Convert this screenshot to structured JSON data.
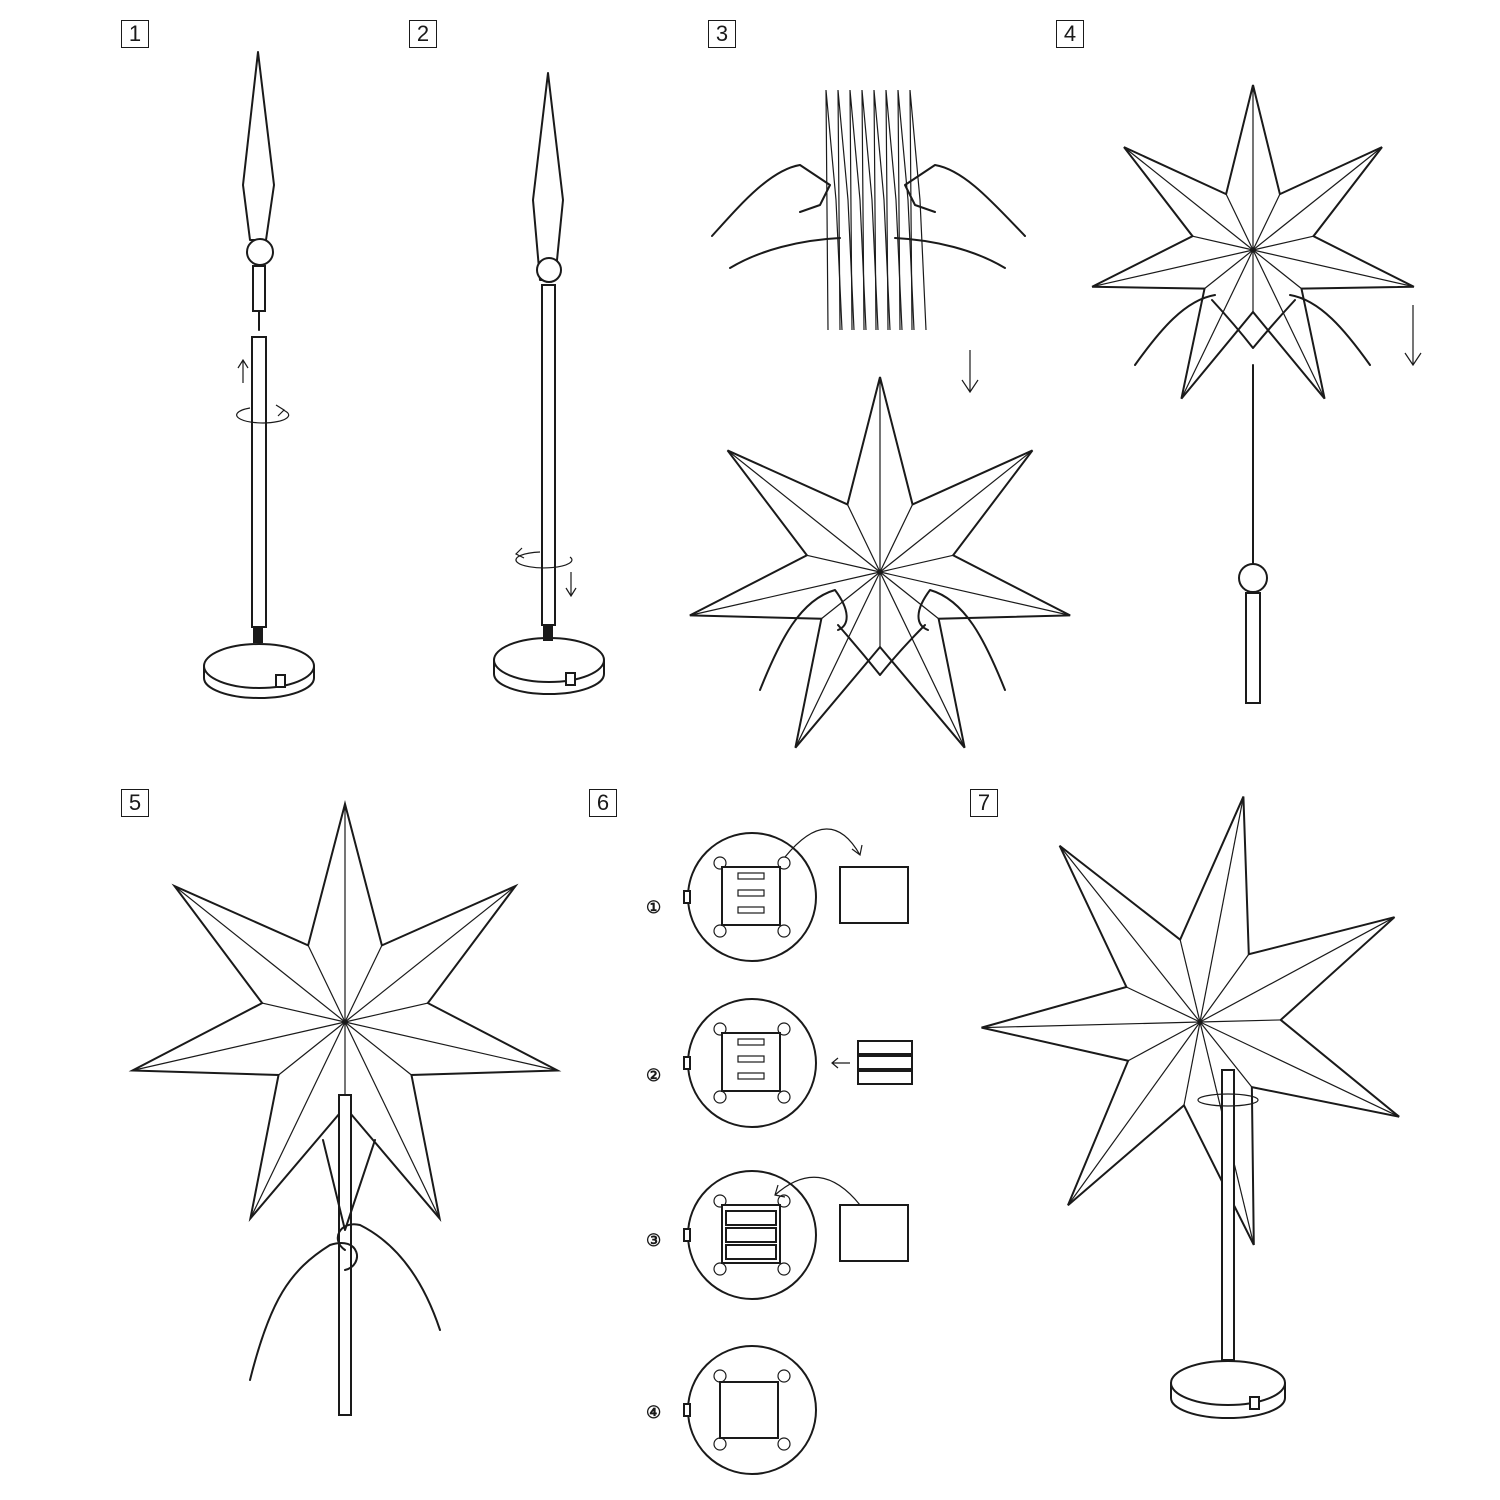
{
  "steps": [
    {
      "number": "1"
    },
    {
      "number": "2"
    },
    {
      "number": "3"
    },
    {
      "number": "4"
    },
    {
      "number": "5"
    },
    {
      "number": "6",
      "substeps": [
        "①",
        "②",
        "③",
        "④"
      ]
    },
    {
      "number": "7"
    }
  ],
  "colors": {
    "line": "#1a1a1a",
    "background": "#ffffff"
  }
}
